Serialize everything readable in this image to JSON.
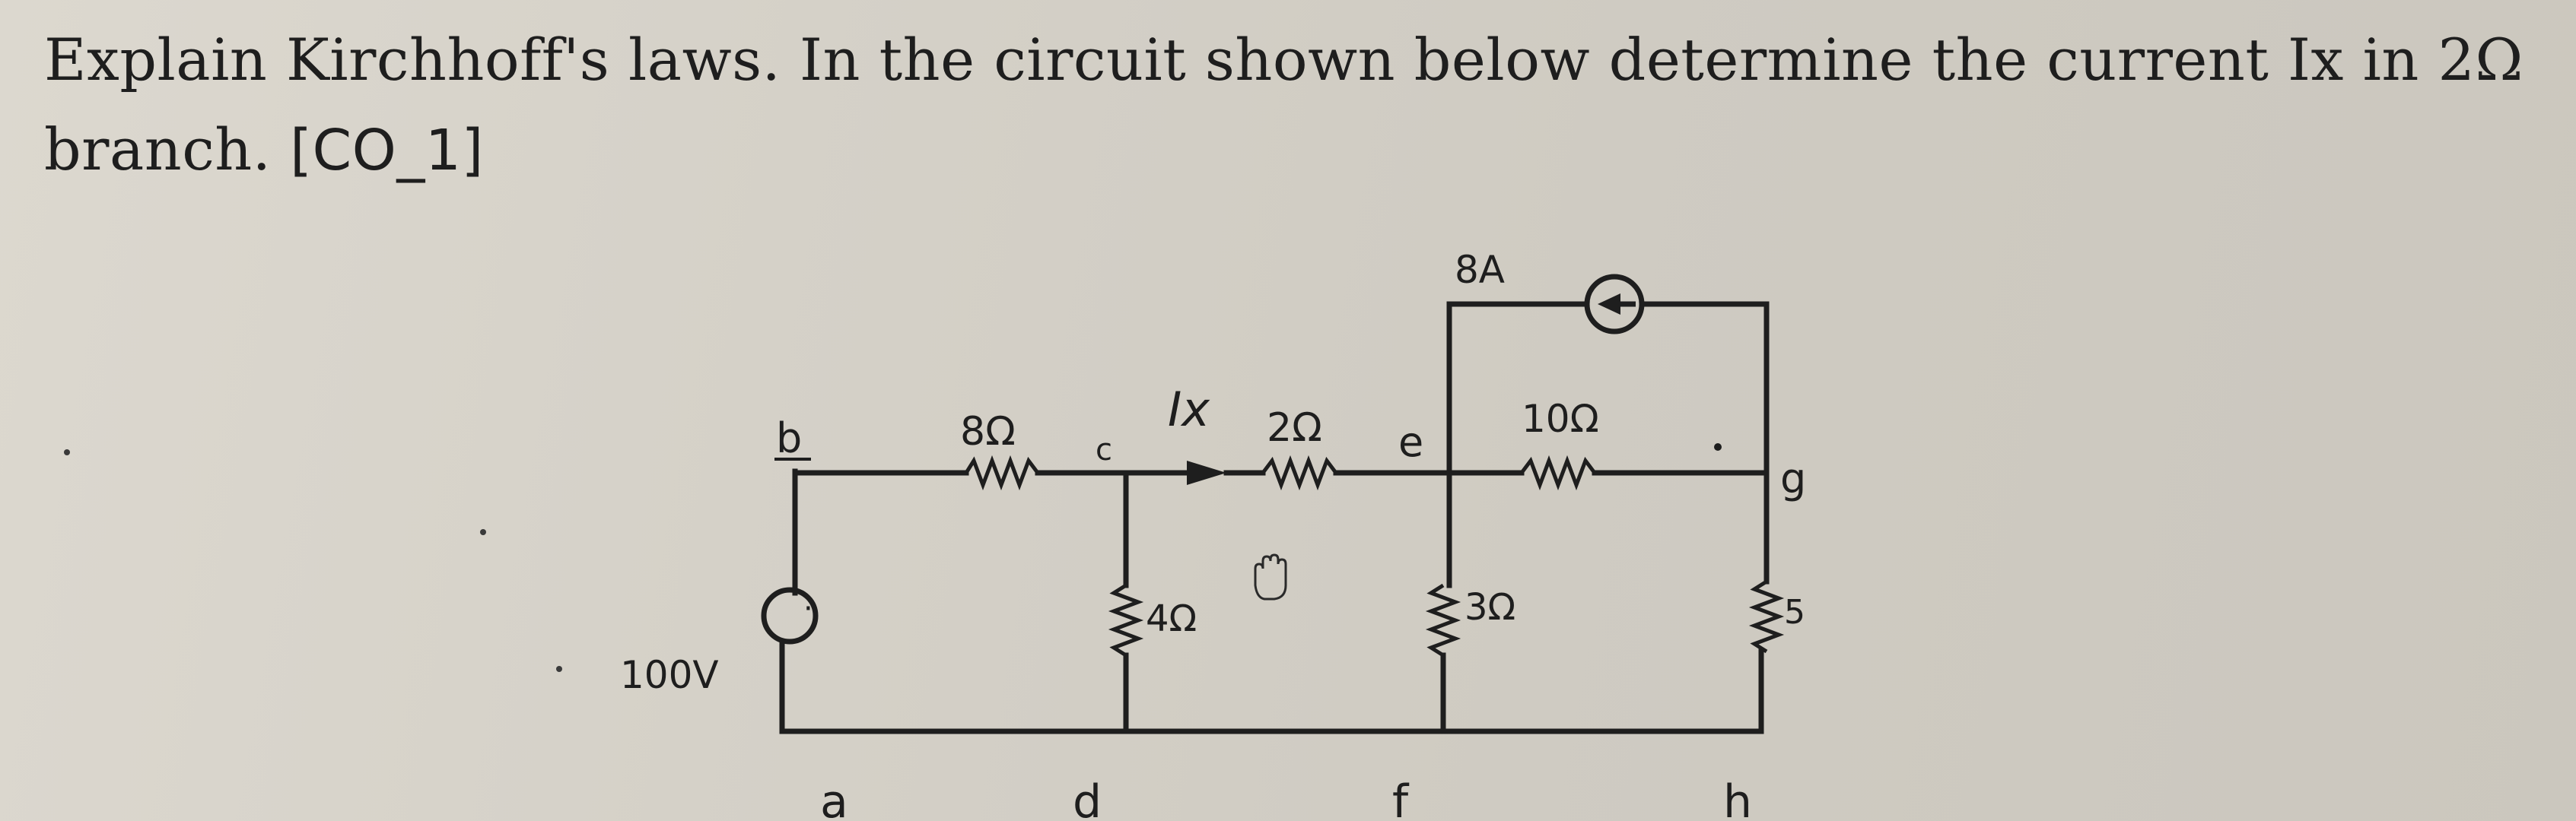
{
  "question": {
    "line1": "Explain Kirchhoff's laws. In the circuit shown below determine the current Ix in 2Ω",
    "line2_text": "branch. ",
    "course_outcome": "[CO_1]"
  },
  "circuit": {
    "source_8A": "8A",
    "source_100V": "100V",
    "r_8": "8Ω",
    "r_2": "2Ω",
    "r_10": "10Ω",
    "r_4": "4Ω",
    "r_3": "3Ω",
    "r_5": "5",
    "current_label": "Ix",
    "nodes": {
      "a": "a",
      "b": "b",
      "c": "c",
      "d": "d",
      "e": "e",
      "f": "f",
      "g": "g",
      "h": "h"
    }
  }
}
